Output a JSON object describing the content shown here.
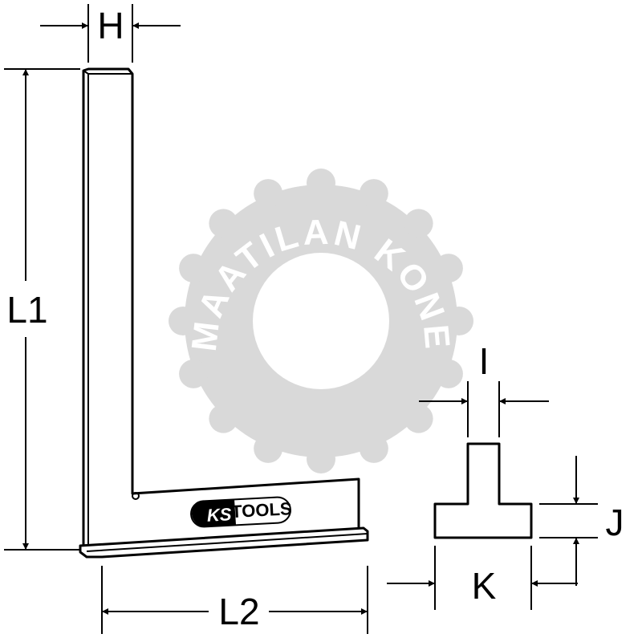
{
  "dimensions": {
    "H": "H",
    "L1": "L1",
    "L2": "L2",
    "I": "I",
    "J": "J",
    "K": "K"
  },
  "logo": {
    "brand_left": "KS",
    "brand_right": "TOOLS"
  },
  "watermark": {
    "text": "MAATILAN KONE"
  },
  "colors": {
    "watermark": "#d9d9d9",
    "line": "#000000"
  }
}
